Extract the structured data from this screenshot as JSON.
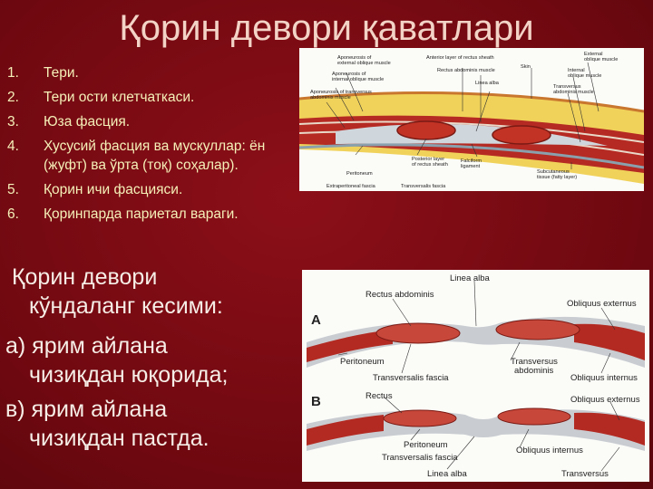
{
  "title": "Қорин девори қаватлари",
  "layers": [
    {
      "num": "1.",
      "text": "Тери."
    },
    {
      "num": "2.",
      "text": "Тери ости клетчаткаси."
    },
    {
      "num": "3.",
      "text": "Юза фасция."
    },
    {
      "num": "4.",
      "text": "Хусусий фасция ва мускуллар: ён (жуфт) ва ўрта (тоқ) соҳалар)."
    },
    {
      "num": "5.",
      "text": "Қорин ичи фасцияси."
    },
    {
      "num": "6.",
      "text": "Қоринпарда париетал вараги."
    }
  ],
  "cross_section": {
    "line1": " Қорин девори",
    "line2": "кўндаланг кесими:",
    "a_line1": "а) ярим айлана",
    "a_line2": "чизиқдан юқорида;",
    "b_line1": "в) ярим айлана",
    "b_line2": "чизиқдан пастда."
  },
  "figure_top": {
    "labels": {
      "apo_ext": "Aponeurosis of",
      "apo_ext2": "external oblique muscle",
      "apo_int": "Aponeurosis of",
      "apo_int2": "internal oblique muscle",
      "apo_trans": "Aponeurosis of transversus",
      "apo_trans2": "abdominis muscle",
      "ant_sheath": "Anterior layer of rectus sheath",
      "rectus": "Rectus abdominis muscle",
      "linea": "Linea alba",
      "skin": "Skin",
      "ext_obl": "External",
      "ext_obl2": "oblique muscle",
      "int_obl": "Internal",
      "int_obl2": "oblique muscle",
      "transv": "Transversus",
      "transv2": "abdominis muscle",
      "peritoneum": "Peritoneum",
      "post_sheath": "Posterior layer",
      "post_sheath2": "of rectus sheath",
      "falciform": "Falciform",
      "falciform2": "ligament",
      "subcut": "Subcutaneous",
      "subcut2": "tissue (fatty layer)",
      "extraperit": "Extraperitoneal fascia",
      "transv_fascia": "Transversalis fascia"
    }
  },
  "figure_bottom": {
    "labels": {
      "linea_top": "Linea alba",
      "rectus_abd": "Rectus abdominis",
      "obl_ext": "Obliquus externus",
      "A": "A",
      "peritoneum": "Peritoneum",
      "transv_fascia": "Transversalis fascia",
      "transv_abd": "Transversus",
      "transv_abd2": "abdominis",
      "obl_int": "Obliquus internus",
      "B": "B",
      "rectus": "Rectus",
      "obl_ext_b": "Obliquus externus",
      "peritoneum_b": "Peritoneum",
      "transv_fascia_b": "Transversalis fascia",
      "obl_int_b": "Obliquus internus",
      "linea_b": "Linea alba",
      "transversus_b": "Transversus"
    }
  }
}
